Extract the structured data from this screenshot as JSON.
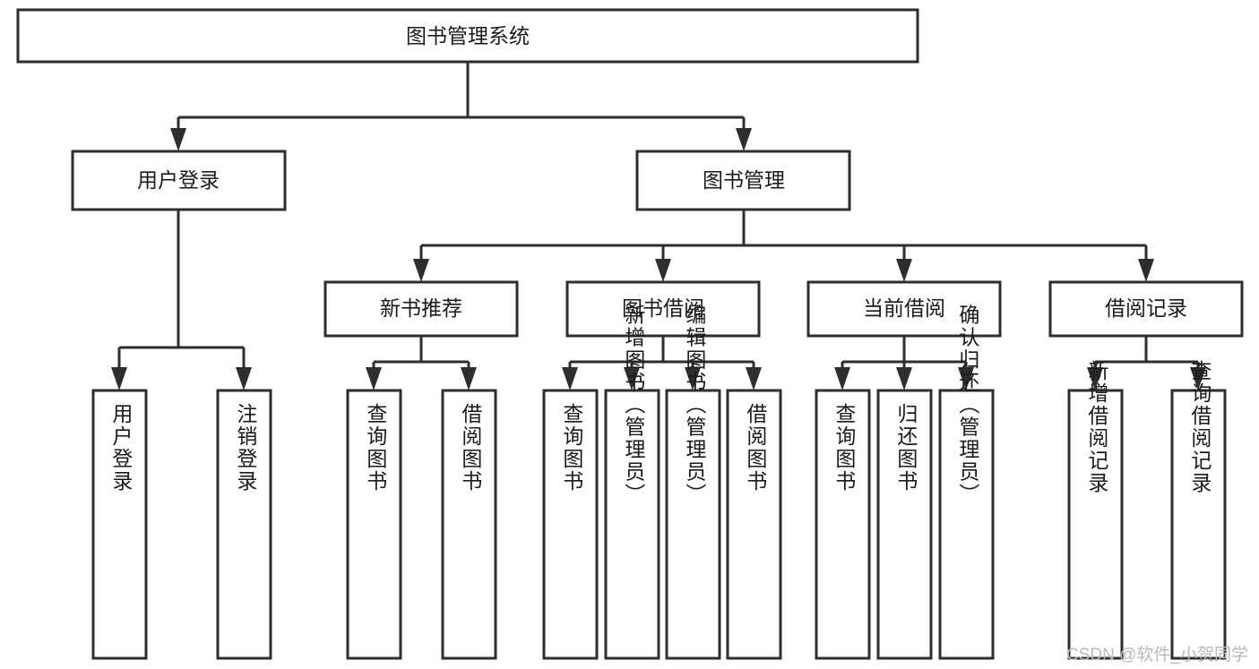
{
  "diagram": {
    "type": "tree",
    "title": "图书管理系统",
    "root": {
      "id": "root",
      "label": "图书管理系统"
    },
    "level2": [
      {
        "id": "user-login",
        "label": "用户登录"
      },
      {
        "id": "book-management",
        "label": "图书管理"
      }
    ],
    "level3": [
      {
        "id": "new-book-recommend",
        "label": "新书推荐",
        "parent": "book-management"
      },
      {
        "id": "book-borrow",
        "label": "图书借阅",
        "parent": "book-management"
      },
      {
        "id": "current-borrow",
        "label": "当前借阅",
        "parent": "book-management"
      },
      {
        "id": "borrow-record",
        "label": "借阅记录",
        "parent": "book-management"
      }
    ],
    "leaves": {
      "user_login": [
        {
          "id": "leaf-user-login",
          "label": "用户登录"
        },
        {
          "id": "leaf-logout",
          "label": "注销登录"
        }
      ],
      "new_book_recommend": [
        {
          "id": "leaf-query-book-1",
          "label": "查询图书"
        },
        {
          "id": "leaf-borrow-book-1",
          "label": "借阅图书"
        }
      ],
      "book_borrow": [
        {
          "id": "leaf-query-book-2",
          "label": "查询图书"
        },
        {
          "id": "leaf-add-book",
          "label": "新增图书（管理员）"
        },
        {
          "id": "leaf-edit-book",
          "label": "编辑图书（管理员）"
        },
        {
          "id": "leaf-borrow-book-2",
          "label": "借阅图书"
        }
      ],
      "current_borrow": [
        {
          "id": "leaf-query-book-3",
          "label": "查询图书"
        },
        {
          "id": "leaf-return-book",
          "label": "归还图书"
        },
        {
          "id": "leaf-confirm-return",
          "label": "确认归还（管理员）"
        }
      ],
      "borrow_record": [
        {
          "id": "leaf-add-record",
          "label": "新增借阅记录"
        },
        {
          "id": "leaf-query-record",
          "label": "查询借阅记录"
        }
      ]
    }
  },
  "watermark": {
    "text": "CSDN @软件_小贺同学"
  },
  "colors": {
    "background": "#ffffff",
    "box_fill": "#ffffff",
    "box_stroke": "#2e2e2e",
    "text": "#1a1a1a",
    "watermark": "#b9b9b9"
  }
}
